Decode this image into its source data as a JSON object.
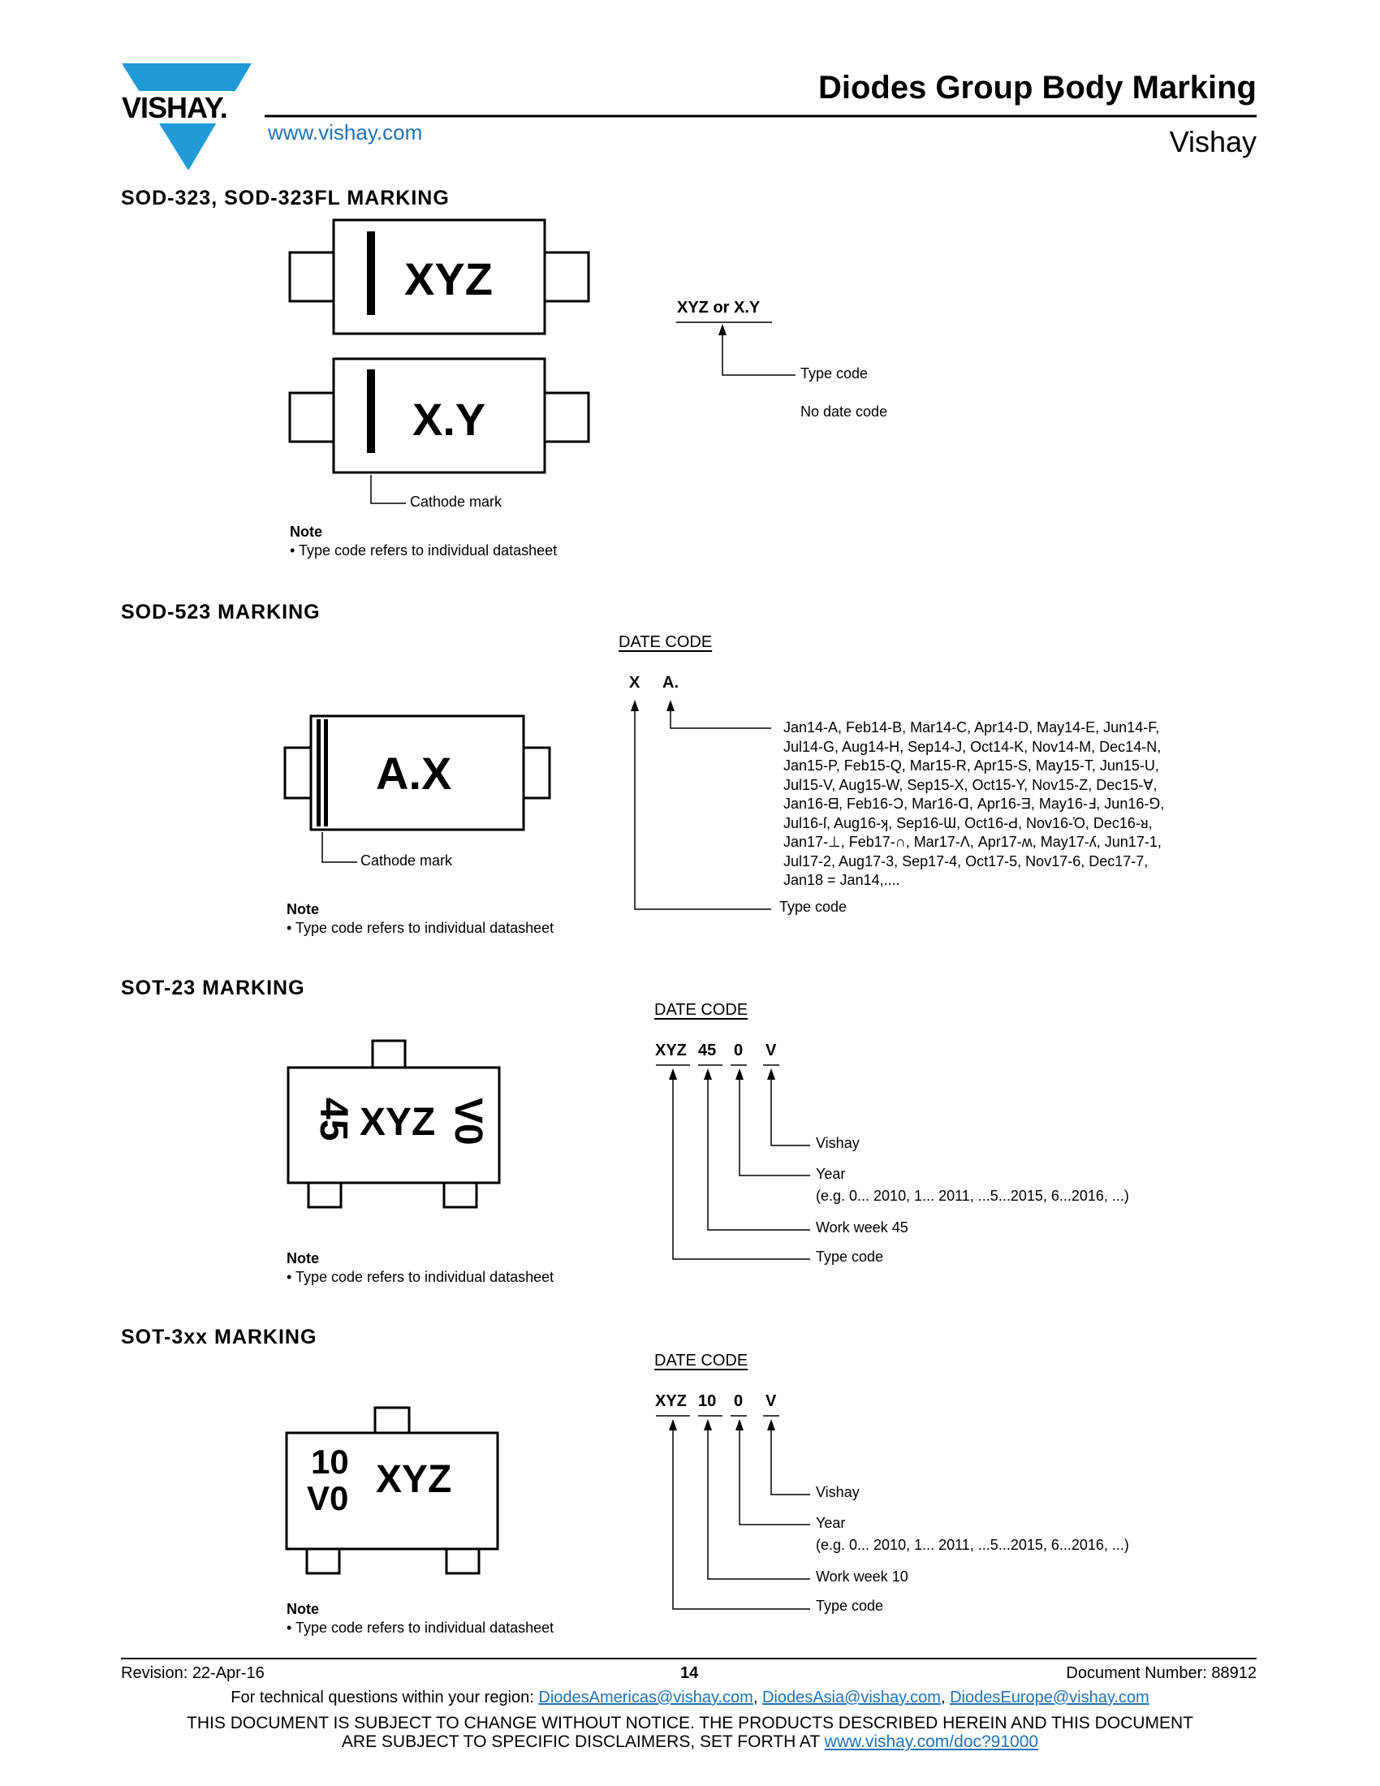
{
  "header": {
    "logo_text": "VISHAY.",
    "website": "www.vishay.com",
    "title": "Diodes Group Body Marking",
    "company": "Vishay"
  },
  "sod323": {
    "heading": "SOD-323, SOD-323FL MARKING",
    "pkg1_text": "XYZ",
    "pkg2_text": "X.Y",
    "cathode_label": "Cathode mark",
    "code_label": "XYZ or X.Y",
    "type_code": "Type code",
    "no_date": "No date code",
    "note_title": "Note",
    "note_text": "• Type code refers to individual datasheet"
  },
  "sod523": {
    "heading": "SOD-523 MARKING",
    "pkg_text": "A.X",
    "cathode_label": "Cathode mark",
    "date_code_heading": "DATE CODE",
    "code_x": "X",
    "code_a": "A.",
    "date_lines": [
      "Jan14-A, Feb14-B, Mar14-C, Apr14-D, May14-E, Jun14-F,",
      "Jul14-G, Aug14-H, Sep14-J, Oct14-K, Nov14-M, Dec14-N,",
      "Jan15-P, Feb15-Q, Mar15-R, Apr15-S, May15-T, Jun15-U,",
      "Jul15-V, Aug15-W, Sep15-X, Oct15-Y, Nov15-Z, Dec15-∀,",
      "Jan16-ᗺ, Feb16-Ɔ, Mar16-ᗡ, Apr16-Ǝ, May16-Ⅎ, Jun16-⅁,",
      "Jul16-ſ, Aug16-ʞ, Sep16-Ɯ, Oct16-Ԁ, Nov16-Ὁ, Dec16-ᴚ,",
      "Jan17-⊥, Feb17-∩, Mar17-Λ, Apr17-ʍ, May17-ʎ, Jun17-1,",
      "Jul17-2, Aug17-3, Sep17-4, Oct17-5, Nov17-6, Dec17-7,",
      "Jan18 = Jan14,...."
    ],
    "type_code": "Type code",
    "note_title": "Note",
    "note_text": "• Type code refers to individual datasheet"
  },
  "sot23": {
    "heading": "SOT-23 MARKING",
    "pkg_left": "45",
    "pkg_center": "XYZ",
    "pkg_right": "V0",
    "date_code_heading": "DATE CODE",
    "code_xyz": "XYZ",
    "code_week": "45",
    "code_year": "0",
    "code_v": "V",
    "label_vishay": "Vishay",
    "label_year": "Year",
    "label_year_eg": "(e.g. 0... 2010, 1... 2011, ...5...2015, 6...2016, ...)",
    "label_week": "Work week 45",
    "label_type": "Type code",
    "note_title": "Note",
    "note_text": "• Type code refers to individual datasheet"
  },
  "sot3xx": {
    "heading": "SOT-3xx MARKING",
    "pkg_top": "10",
    "pkg_bottom": "V0",
    "pkg_center": "XYZ",
    "date_code_heading": "DATE CODE",
    "code_xyz": "XYZ",
    "code_week": "10",
    "code_year": "0",
    "code_v": "V",
    "label_vishay": "Vishay",
    "label_year": "Year",
    "label_year_eg": "(e.g. 0... 2010, 1... 2011, ...5...2015, 6...2016, ...)",
    "label_week": "Work week 10",
    "label_type": "Type code",
    "note_title": "Note",
    "note_text": "• Type code refers to individual datasheet"
  },
  "footer": {
    "revision": "Revision: 22-Apr-16",
    "page_number": "14",
    "document_number": "Document Number: 88912",
    "questions_prefix": "For technical questions within your region: ",
    "email_americas": "DiodesAmericas@vishay.com",
    "sep1": ", ",
    "email_asia": "DiodesAsia@vishay.com",
    "sep2": ", ",
    "email_europe": "DiodesEurope@vishay.com",
    "disclaimer_line1": "THIS DOCUMENT IS SUBJECT TO CHANGE WITHOUT NOTICE. THE PRODUCTS DESCRIBED HEREIN AND THIS DOCUMENT",
    "disclaimer_line2_prefix": "ARE SUBJECT TO SPECIFIC DISCLAIMERS, SET FORTH AT ",
    "disclaimer_link": "www.vishay.com/doc?91000"
  },
  "colors": {
    "brand_blue": "#1f9ad6",
    "link_blue": "#1f72b8"
  }
}
